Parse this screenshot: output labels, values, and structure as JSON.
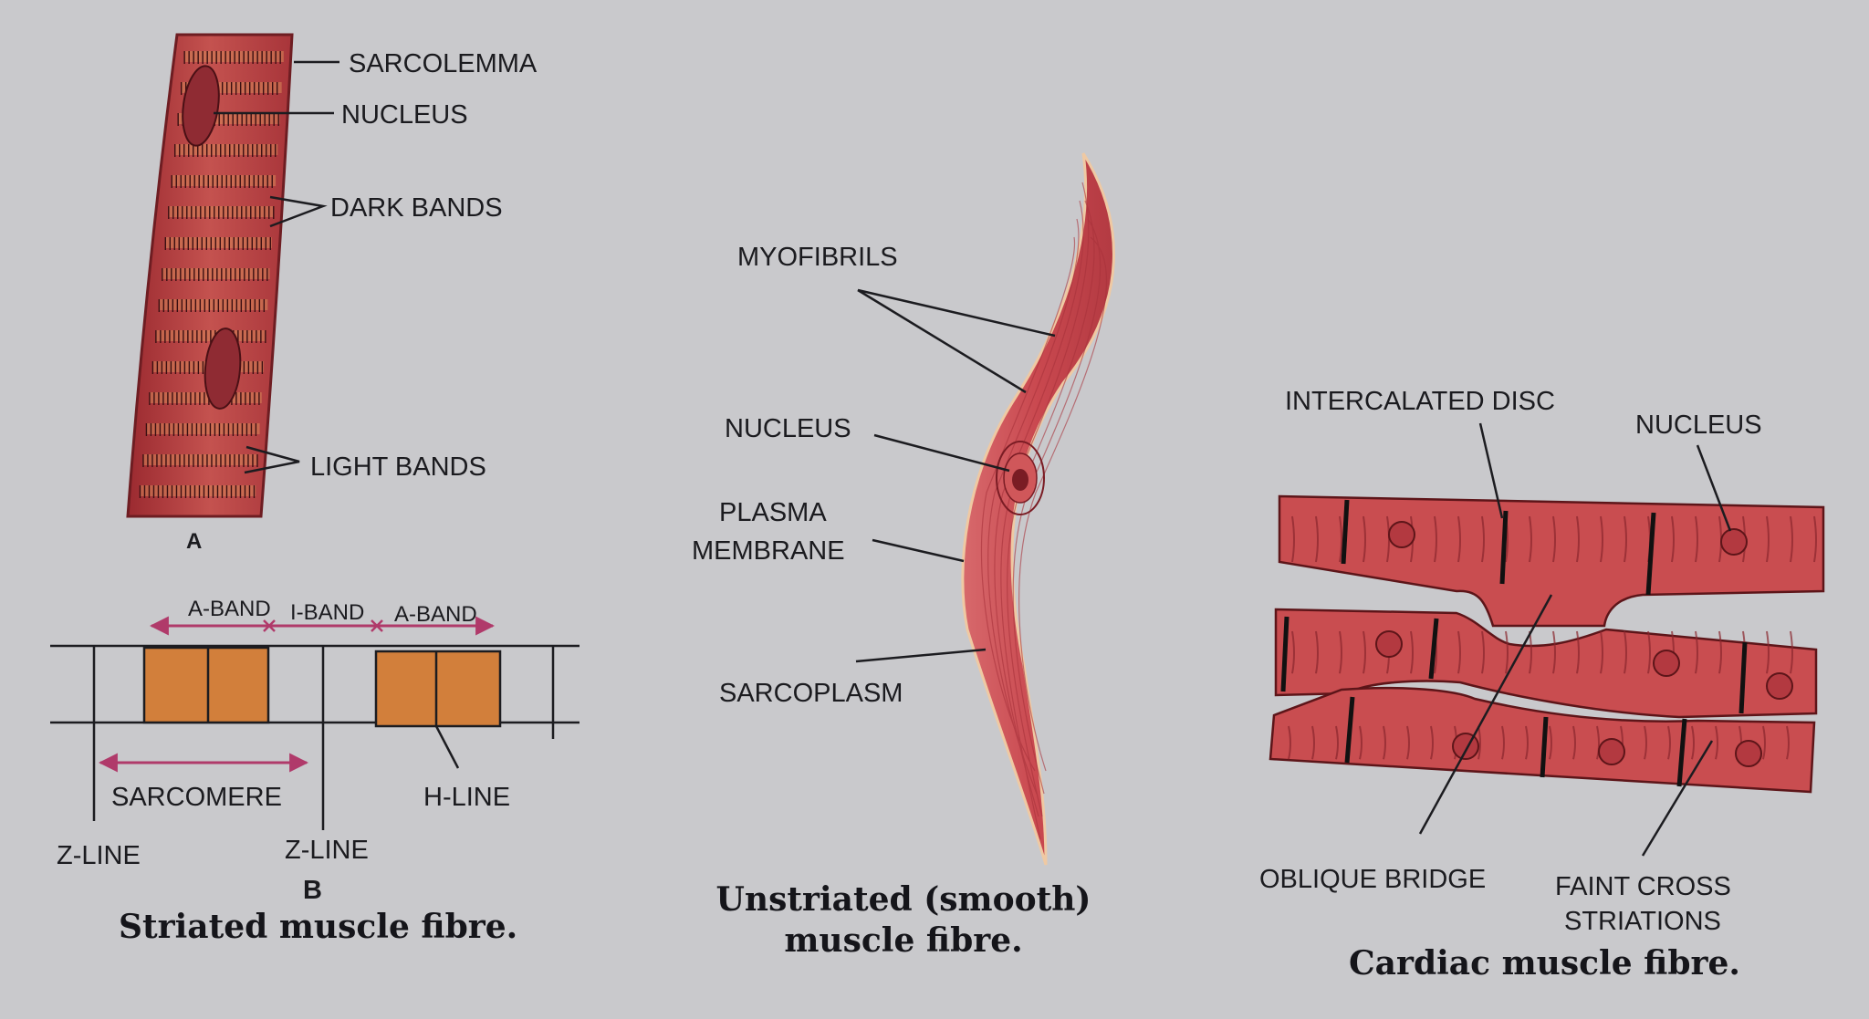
{
  "colors": {
    "muscle": "#c8494e",
    "muscle_dark": "#8e2229",
    "band": "#d27f3b",
    "arrow": "#b03a6a",
    "line": "#1c1c20",
    "background": "#c9c9cc"
  },
  "striated": {
    "labels": {
      "sarcolemma": "SARCOLEMMA",
      "nucleus": "NUCLEUS",
      "dark_bands": "DARK BANDS",
      "light_bands": "LIGHT BANDS",
      "fig_a": "A",
      "a_band_left": "A-BAND",
      "i_band": "I-BAND",
      "a_band_right": "A-BAND",
      "sarcomere": "SARCOMERE",
      "h_line": "H-LINE",
      "z_line_left": "Z-LINE",
      "z_line_right": "Z-LINE",
      "fig_b": "B"
    },
    "caption": "Striated muscle fibre."
  },
  "smooth": {
    "labels": {
      "myofibrils": "MYOFIBRILS",
      "nucleus": "NUCLEUS",
      "plasma_membrane_1": "PLASMA",
      "plasma_membrane_2": "MEMBRANE",
      "sarcoplasm": "SARCOPLASM"
    },
    "caption_1": "Unstriated (smooth)",
    "caption_2": "muscle fibre."
  },
  "cardiac": {
    "labels": {
      "intercalated_disc": "INTERCALATED DISC",
      "nucleus": "NUCLEUS",
      "oblique_bridge": "OBLIQUE BRIDGE",
      "faint_cross_1": "FAINT CROSS",
      "faint_cross_2": "STRIATIONS"
    },
    "caption": "Cardiac muscle fibre."
  }
}
